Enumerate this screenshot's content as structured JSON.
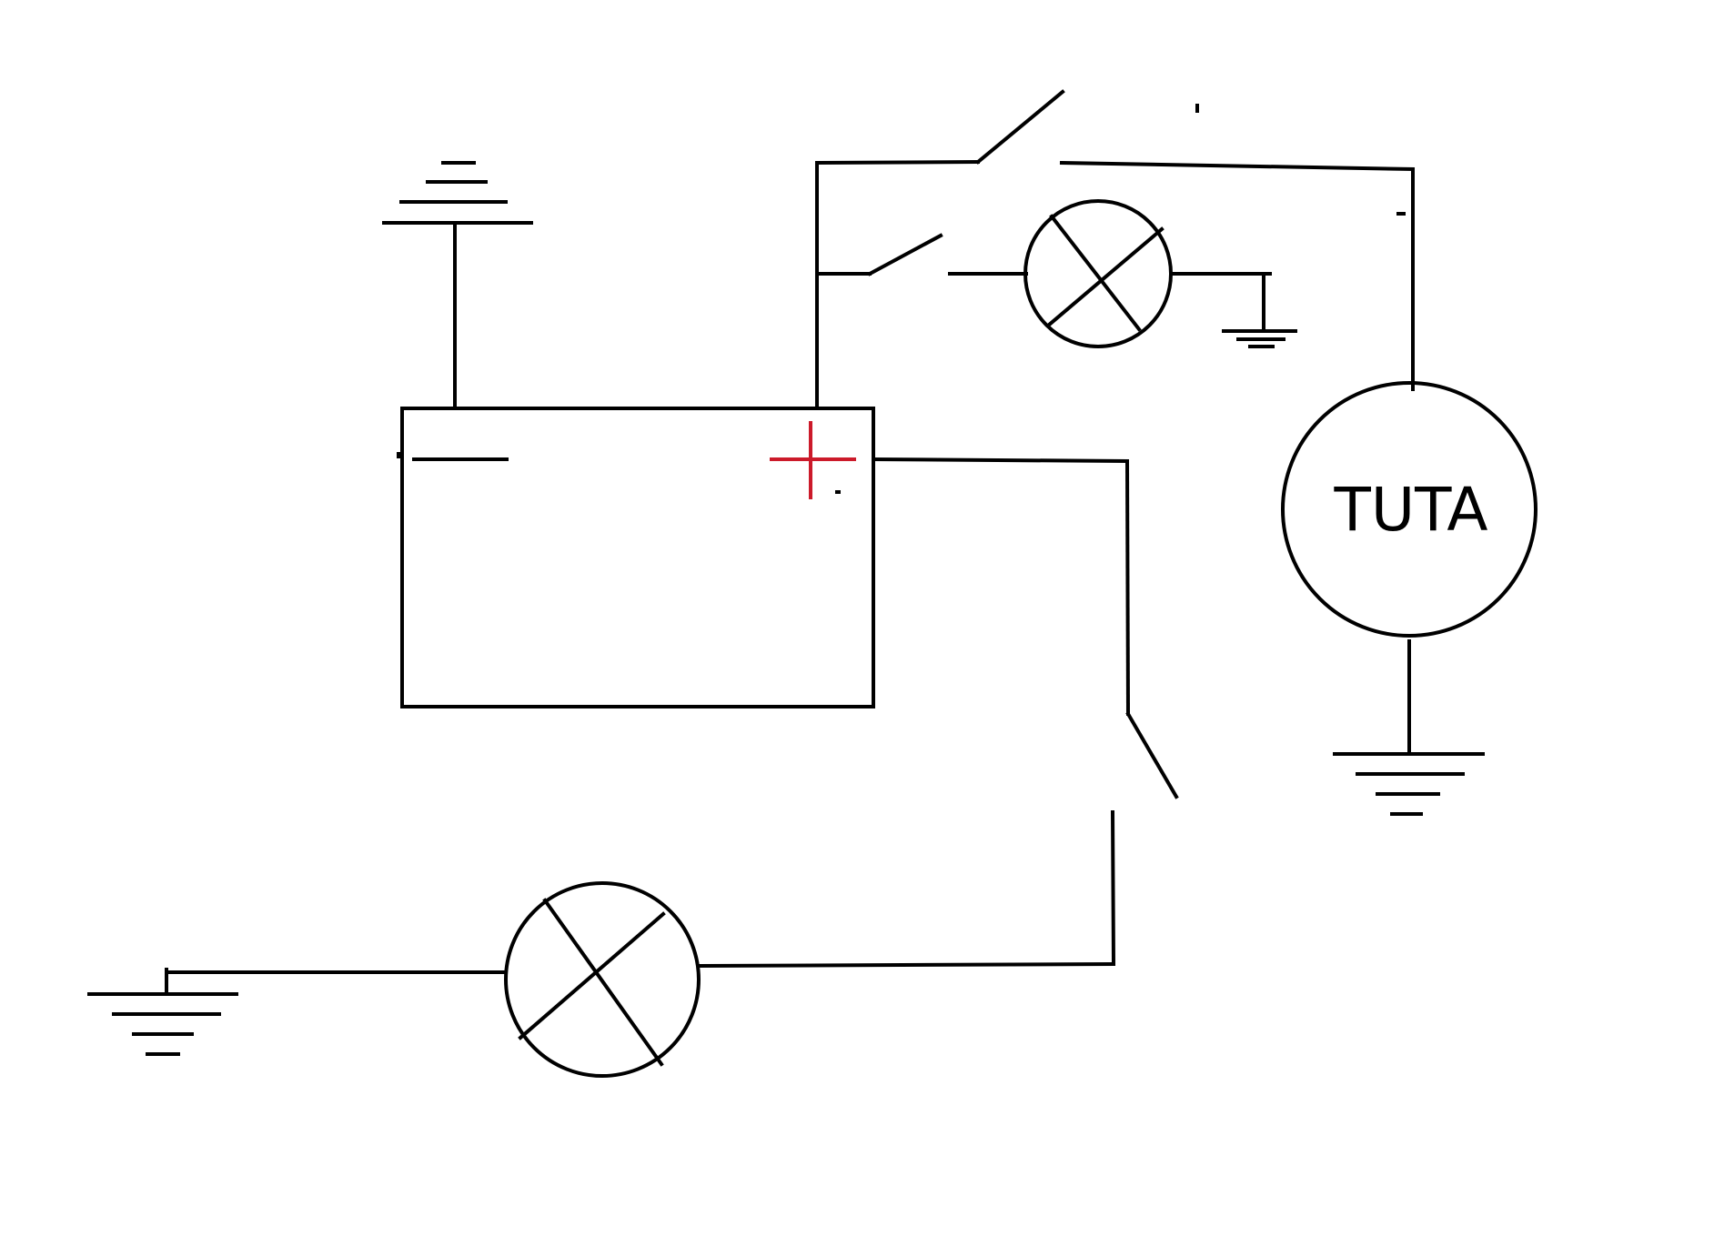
{
  "diagram": {
    "horn_label": "TUTA",
    "colors": {
      "line": "#000000",
      "positive_terminal": "#cc1a2a",
      "background": "#ffffff"
    },
    "components": [
      {
        "id": "battery",
        "icon": "battery-box"
      },
      {
        "id": "positive-terminal",
        "icon": "plus-sign"
      },
      {
        "id": "negative-terminal",
        "icon": "minus-sign"
      },
      {
        "id": "horn",
        "icon": "circle-with-label"
      },
      {
        "id": "lamp-upper",
        "icon": "lamp-cross-circle"
      },
      {
        "id": "lamp-lower",
        "icon": "lamp-cross-circle"
      },
      {
        "id": "switch-horn",
        "icon": "open-switch"
      },
      {
        "id": "switch-lamp-upper",
        "icon": "open-switch"
      },
      {
        "id": "switch-lamp-lower",
        "icon": "open-switch"
      },
      {
        "id": "ground-battery",
        "icon": "ground-symbol"
      },
      {
        "id": "ground-lamp-upper",
        "icon": "ground-symbol"
      },
      {
        "id": "ground-horn",
        "icon": "ground-symbol"
      },
      {
        "id": "ground-lamp-lower",
        "icon": "ground-symbol"
      }
    ]
  }
}
